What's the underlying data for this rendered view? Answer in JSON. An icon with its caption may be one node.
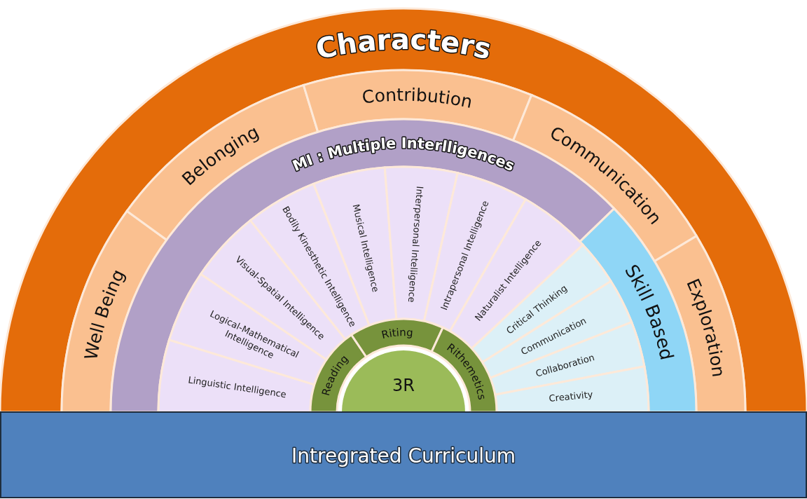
{
  "diagram": {
    "nodes": [
      {
        "text": [
          "Characters"
        ]
      },
      {
        "text": [
          "Well Being"
        ]
      },
      {
        "text": [
          "Belonging"
        ]
      },
      {
        "text": [
          "Contribution"
        ]
      },
      {
        "text": [
          "Communication"
        ]
      },
      {
        "text": [
          "Exploration"
        ]
      },
      {
        "text": [
          "MI : Multiple Interlligences"
        ]
      },
      {
        "text": [
          "Skill Based"
        ]
      },
      {
        "text": [
          "Linguistic Intelligence"
        ]
      },
      {
        "text": [
          "Logical-Mathematical Intelligence"
        ]
      },
      {
        "text": [
          "Visual-Spatial Intelligence"
        ]
      },
      {
        "text": [
          "Bodily Kinesthetic Intelligence"
        ]
      },
      {
        "text": [
          "Musical Intelligence"
        ]
      },
      {
        "text": [
          "Interpersonal Intelligence"
        ]
      },
      {
        "text": [
          "Intrapersonal Intelligence"
        ]
      },
      {
        "text": [
          "Naturalist Intelligence"
        ]
      },
      {
        "text": [
          "Critical Thinking"
        ]
      },
      {
        "text": [
          "Communication"
        ]
      },
      {
        "text": [
          "Collaboration"
        ]
      },
      {
        "text": [
          "Creativity"
        ]
      },
      {
        "text": [
          "Reading"
        ]
      },
      {
        "text": [
          "Riting"
        ]
      },
      {
        "text": [
          "Rithemetics"
        ]
      },
      {
        "text": [
          "3R"
        ]
      },
      {
        "text": [
          "Intregrated Curriculum"
        ]
      }
    ]
  }
}
